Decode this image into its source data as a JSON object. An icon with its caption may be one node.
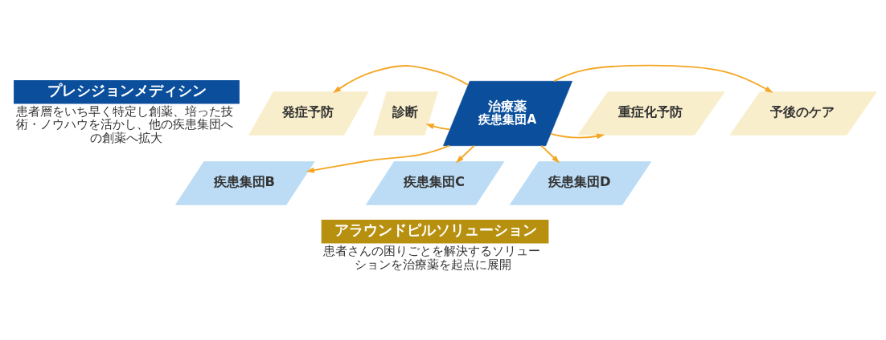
{
  "diagram": {
    "nodes": [
      {
        "text": [
          "プレシジョンメディシン"
        ],
        "beside": [
          "患者層をいち早く特定し創薬、培った技術・ノウハウを活かし、他の疾患集団への創薬へ拡大"
        ]
      },
      {
        "text": [
          "発症予防"
        ]
      },
      {
        "text": [
          "診断"
        ]
      },
      {
        "text": [
          "治療薬",
          "疾患集団A"
        ]
      },
      {
        "text": [
          "重症化予防"
        ]
      },
      {
        "text": [
          "予後のケア"
        ]
      },
      {
        "text": [
          "疾患集団B"
        ]
      },
      {
        "text": [
          "疾患集団C"
        ]
      },
      {
        "text": [
          "疾患集団D"
        ]
      },
      {
        "text": [
          "アラウンドピルソリューション"
        ],
        "beside": [
          "患者さんの困りごとを解決するソリューションを治療薬を起点に展開"
        ]
      }
    ],
    "edges": [
      {
        "from": 3,
        "to": 1,
        "arrow": "to"
      },
      {
        "from": 3,
        "to": 2,
        "arrow": "to"
      },
      {
        "from": 3,
        "to": 6,
        "arrow": "to"
      },
      {
        "from": 3,
        "to": 4,
        "arrow": "to"
      },
      {
        "from": 3,
        "to": 5,
        "arrow": "to"
      },
      {
        "from": 3,
        "to": 7,
        "arrow": "to"
      },
      {
        "from": 3,
        "to": 8,
        "arrow": "to"
      }
    ]
  }
}
